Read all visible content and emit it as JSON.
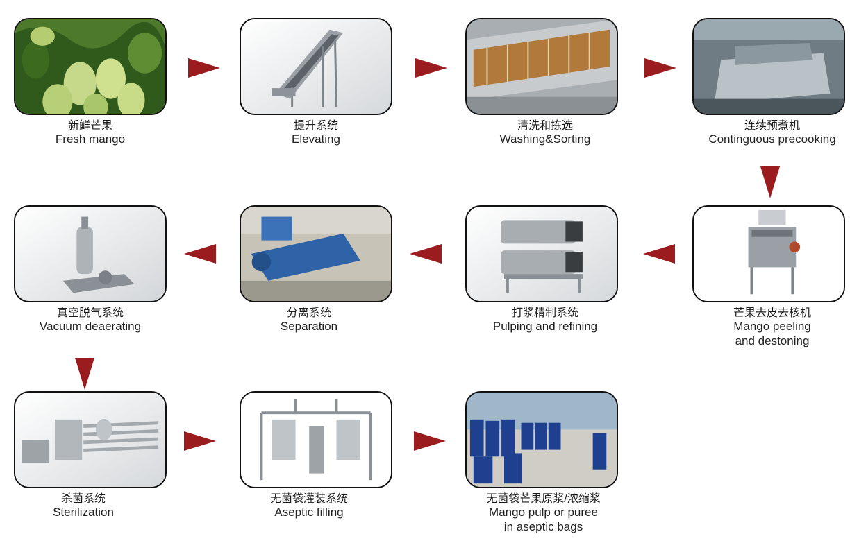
{
  "steps": [
    {
      "zh": "新鲜芒果",
      "en": "Fresh mango"
    },
    {
      "zh": "提升系统",
      "en": "Elevating"
    },
    {
      "zh": "清洗和拣选",
      "en": "Washing&Sorting"
    },
    {
      "zh": "连续预煮机",
      "en": "Continguous precooking"
    },
    {
      "zh": "芒果去皮去核机",
      "en": "Mango peeling",
      "en2": "and destoning"
    },
    {
      "zh": "打浆精制系统",
      "en": "Pulping and refining"
    },
    {
      "zh": "分离系统",
      "en": "Separation"
    },
    {
      "zh": "真空脱气系统",
      "en": "Vacuum deaerating"
    },
    {
      "zh": "杀菌系统",
      "en": "Sterilization"
    },
    {
      "zh": "无菌袋灌装系统",
      "en": "Aseptic filling"
    },
    {
      "zh": "无菌袋芒果原浆/浓缩浆",
      "en": "Mango pulp or puree",
      "en2": "in aseptic bags"
    }
  ],
  "colors": {
    "arrow": "#9b1c1f",
    "frame_border": "#111111"
  }
}
